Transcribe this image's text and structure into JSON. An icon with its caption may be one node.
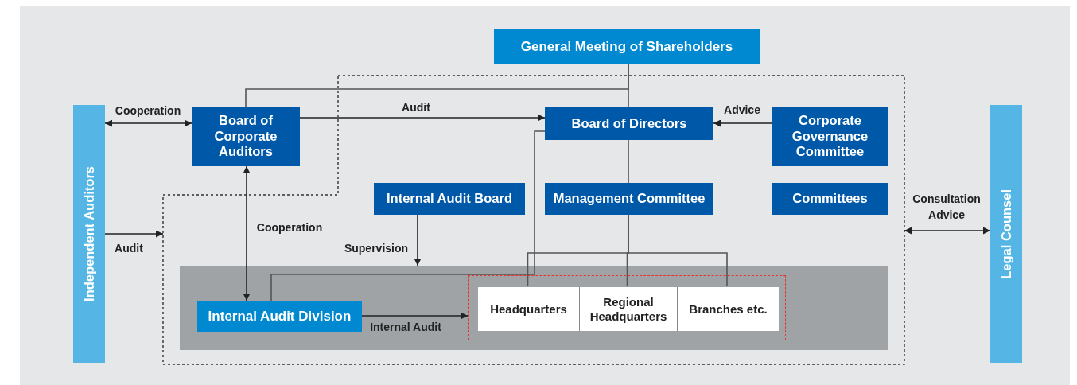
{
  "diagram": {
    "nodes": [
      {
        "text": [
          "General Meeting of Shareholders"
        ]
      },
      {
        "text": [],
        "shape": "box"
      },
      {
        "text": [
          "Independent Auditors"
        ]
      },
      {
        "text": [
          "Board of Corporate Auditors"
        ]
      },
      {
        "text": [
          "Board of Directors"
        ],
        "in": 1
      },
      {
        "text": [
          "Corporate Governance Committee"
        ],
        "in": 1
      },
      {
        "text": [
          "Internal Audit Board"
        ],
        "in": 1
      },
      {
        "text": [
          "Management Committee"
        ],
        "in": 1
      },
      {
        "text": [
          "Committees"
        ],
        "in": 1
      },
      {
        "text": [
          "Legal Counsel"
        ]
      },
      {
        "text": [],
        "shape": "box",
        "in": 1
      },
      {
        "text": [
          "Internal Audit Division"
        ],
        "in": 10
      },
      {
        "text": [],
        "shape": "box",
        "in": 10
      },
      {
        "text": [
          "Headquarters"
        ],
        "in": 12
      },
      {
        "text": [
          "Regional Headquarters"
        ],
        "in": 12
      },
      {
        "text": [
          "Branches etc."
        ],
        "in": 12
      }
    ],
    "edges": [
      {
        "from": 0,
        "to": 3,
        "arrow": "none"
      },
      {
        "from": 0,
        "to": 4,
        "arrow": "none"
      },
      {
        "from": 4,
        "to": 7,
        "arrow": "none"
      },
      {
        "from": 7,
        "to": 13,
        "arrow": "none"
      },
      {
        "from": 7,
        "to": 14,
        "arrow": "none"
      },
      {
        "from": 7,
        "to": 15,
        "arrow": "none"
      },
      {
        "from": 3,
        "to": 4,
        "arrow": "to",
        "label": "Audit"
      },
      {
        "from": 5,
        "to": 4,
        "arrow": "to",
        "label": "Advice"
      },
      {
        "from": 2,
        "to": 3,
        "arrow": "both",
        "label": "Cooperation"
      },
      {
        "from": 3,
        "to": 11,
        "arrow": "both",
        "label": "Cooperation"
      },
      {
        "from": 2,
        "to": 1,
        "arrow": "to",
        "label": "Audit"
      },
      {
        "from": 1,
        "to": 9,
        "arrow": "both",
        "label": "Consultation Advice"
      },
      {
        "from": 6,
        "to": 10,
        "arrow": "to",
        "label": "Supervision"
      },
      {
        "from": 4,
        "to": 11,
        "arrow": "none"
      },
      {
        "from": 11,
        "to": 12,
        "arrow": "to",
        "label": "Internal Audit"
      }
    ]
  }
}
